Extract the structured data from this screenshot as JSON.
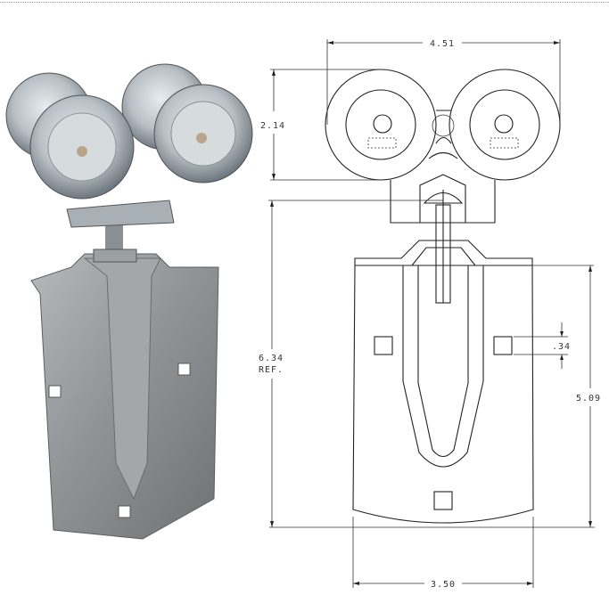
{
  "drawing": {
    "width_overall": "4.51",
    "wheel_height": "2.14",
    "height_overall": "6.34",
    "height_overall_note": "REF.",
    "bracket_height": "5.09",
    "hole_size": ".34",
    "bracket_width": "3.50"
  }
}
